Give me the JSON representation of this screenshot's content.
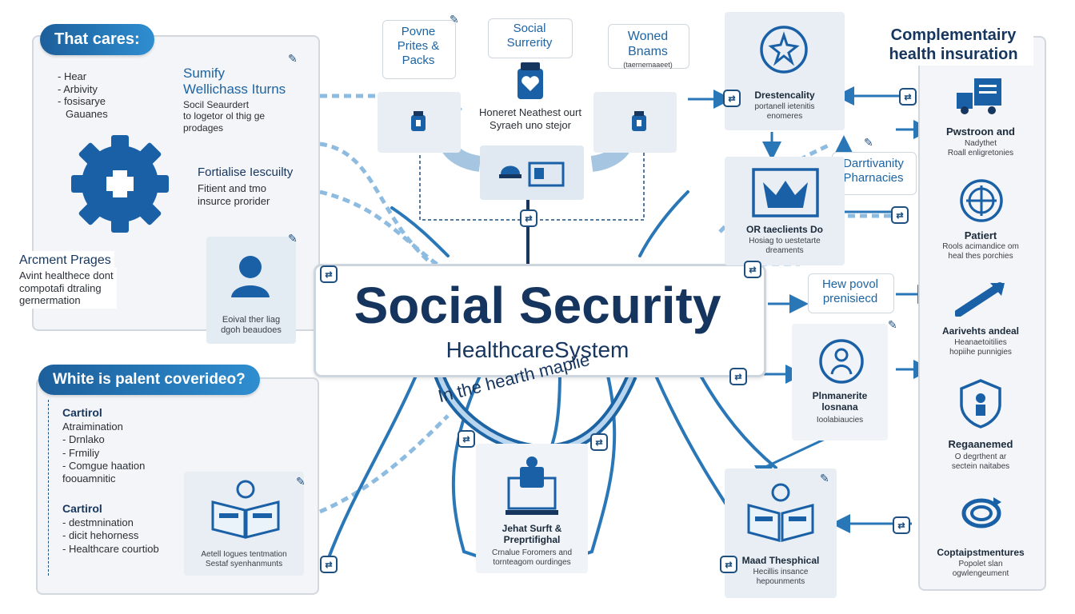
{
  "left_top": {
    "header": "That cares:",
    "list": [
      "- Hear",
      "- Arbivity",
      "- fosisarye",
      "Gauanes"
    ],
    "b1_title": "Sumify\nWellichass Iturns",
    "b1_body": "Socil Seaurdert\nto logetor ol thig ge\nprodages",
    "b2_title": "Fortialise Iescuilty",
    "b2_body": "Fitient and tmo\ninsurce prorider",
    "b3_title": "Arcment Prages",
    "b3_body": "Avint healthece dont\ncompotafi dtraling\ngernermation",
    "person_caption": "Eoival ther liag\ndgoh beaudoes"
  },
  "top": {
    "c1": "Povne\nPrites &\nPacks",
    "c2": "Social\nSurrerity",
    "c3": "Woned\nBnams",
    "c3_sub": "(taernemaaeet)",
    "center_caption": "Honeret Neathest ourt\nSyraeh uno stejor"
  },
  "center": {
    "title": "Social Security",
    "subtitle": "HealthcareSystem",
    "arc_text": "In the hearth maplie"
  },
  "left_bottom": {
    "header": "White is palent coverideo?",
    "g1_title": "Cartirol",
    "g1_items": [
      "Atraimination",
      "- Drnlako",
      "- Frmiliy",
      "- Comgue haation",
      "foouamnitic"
    ],
    "g2_title": "Cartirol",
    "g2_items": [
      "- destmnination",
      "- dicit hehorness",
      "- Healthcare courtiob"
    ],
    "book_caption": "Aetell Iogues tentmation\nSestaf syenhanmunts"
  },
  "bottom_center": {
    "title": "Jehat Surft &\nPreprtifighal",
    "body": "Crnalue Foromers and\ntornteagom ourdinges"
  },
  "right_mid": {
    "r1_title": "Drestencality",
    "r1_body": "portanell ietenitis\nenomeres",
    "r2_title": "Darrtivanity\nPharnacies",
    "r3_title": "OR taeclients Do",
    "r3_body": "Hosiag to uestetarte\ndreaments",
    "r4_title": "Hew povol\nprenisiecd",
    "r5_title": "Plnmanerite\nlosnana",
    "r5_body": "Ioolabiaucies",
    "r6_title": "Maad Thesphical",
    "r6_body": "Hecillis insance\nhepounments"
  },
  "right_col": {
    "title": "Complementairy\nhealth insuration",
    "items": [
      {
        "title": "Pwstroon and",
        "body": "Nadythet\nRoall enligretonies"
      },
      {
        "title": "Patiert",
        "body": "Rools acimandice om\nheal thes porchies"
      },
      {
        "title": "Aarivehts andeal",
        "body": "Heanaetoitilies\nhopiihe punnigies"
      },
      {
        "title": "Regaanemed",
        "body": "O degrthent ar\nsectein naitabes"
      },
      {
        "title": "Coptaipstmentures",
        "body": "Popolet slan\nogwlengeument"
      }
    ]
  },
  "colors": {
    "navy": "#16365f",
    "blue": "#1c64a3",
    "light_blue": "#7fb1d8",
    "panel": "#f3f5f8"
  }
}
